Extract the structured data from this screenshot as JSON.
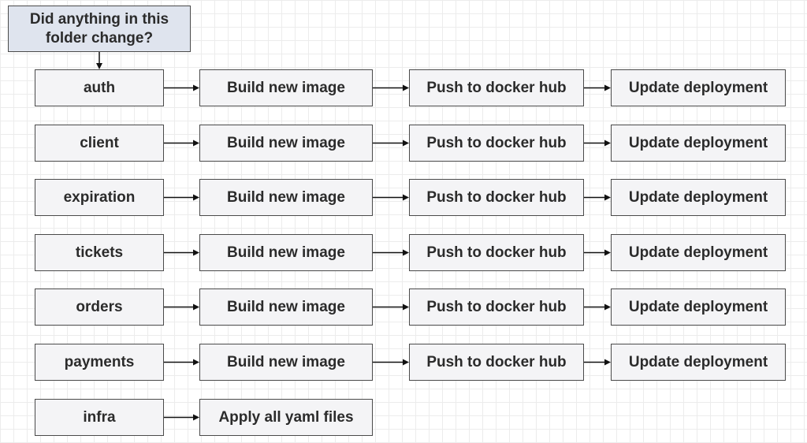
{
  "question": "Did anything in this folder change?",
  "rows": [
    {
      "service": "auth",
      "steps": [
        "Build new image",
        "Push to docker hub",
        "Update deployment"
      ]
    },
    {
      "service": "client",
      "steps": [
        "Build new image",
        "Push to docker hub",
        "Update deployment"
      ]
    },
    {
      "service": "expiration",
      "steps": [
        "Build new image",
        "Push to docker hub",
        "Update deployment"
      ]
    },
    {
      "service": "tickets",
      "steps": [
        "Build new image",
        "Push to docker hub",
        "Update deployment"
      ]
    },
    {
      "service": "orders",
      "steps": [
        "Build new image",
        "Push to docker hub",
        "Update deployment"
      ]
    },
    {
      "service": "payments",
      "steps": [
        "Build new image",
        "Push to docker hub",
        "Update deployment"
      ]
    },
    {
      "service": "infra",
      "steps": [
        "Apply all yaml files"
      ]
    }
  ],
  "colors": {
    "box_fill": "#f4f4f6",
    "question_fill": "#dfe4ee",
    "border": "#4a4a4a",
    "arrow": "#111111",
    "grid": "#ececec"
  }
}
